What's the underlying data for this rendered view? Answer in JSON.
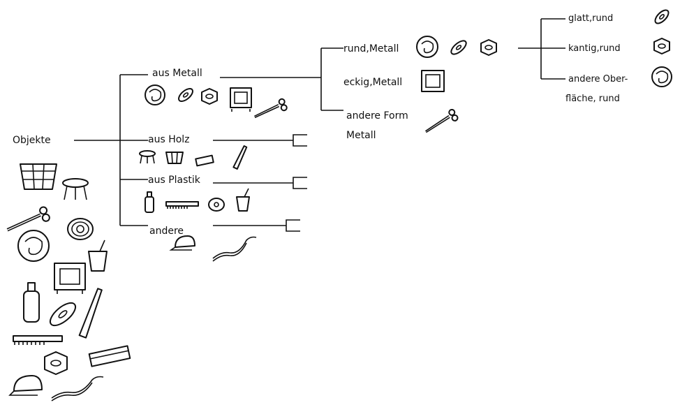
{
  "root": {
    "label": "Objekte"
  },
  "level1": {
    "metal": "aus Metall",
    "wood": "aus Holz",
    "plastic": "aus Plastik",
    "other": "andere"
  },
  "level2": {
    "round_metal": "rund,Metall",
    "square_metal": "eckig,Metall",
    "other_form_l1": "andere Form",
    "other_form_l2": "Metall"
  },
  "level3": {
    "smooth_round": "glatt,rund",
    "edged_round": "kantig,rund",
    "other_surface_l1": "andere Ober-",
    "other_surface_l2": "fläche, rund"
  },
  "icons": {
    "objects": [
      "basket-icon",
      "stool-icon",
      "scissors-icon",
      "cd-icon",
      "coil-icon",
      "cup-icon",
      "safe-icon",
      "bottle-icon",
      "washer-icon",
      "bat-icon",
      "comb-icon",
      "nut-icon",
      "soap-box-icon",
      "cap-icon",
      "rope-icon"
    ],
    "metal": [
      "coil-icon",
      "washer-icon",
      "nut-icon",
      "safe-icon",
      "scissors-icon"
    ],
    "wood": [
      "stool-icon",
      "basket-icon",
      "block-icon",
      "bat-icon"
    ],
    "plastic": [
      "bottle-icon",
      "comb-icon",
      "cd-icon",
      "cup-icon"
    ],
    "other": [
      "cap-icon",
      "rope-icon"
    ]
  }
}
